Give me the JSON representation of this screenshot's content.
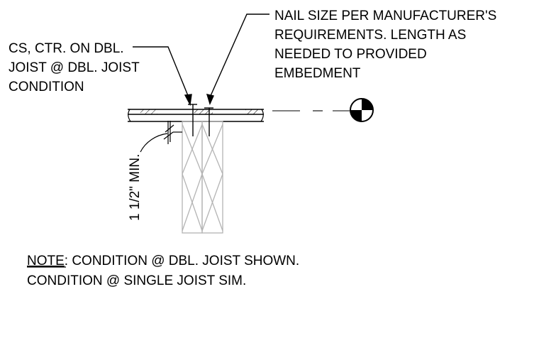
{
  "labels": {
    "nail_note": [
      "NAIL SIZE PER MANUFACTURER'S",
      "REQUIREMENTS.  LENGTH AS",
      "NEEDED TO PROVIDED",
      "EMBEDMENT"
    ],
    "cs_note": [
      "CS, CTR. ON DBL.",
      "JOIST @ DBL. JOIST",
      "CONDITION"
    ],
    "dimension": "1 1/2\" MIN.",
    "note_prefix": "NOTE",
    "note_line1_rest": ":  CONDITION @ DBL. JOIST SHOWN.",
    "note_line2": "CONDITION @ SINGLE JOIST SIM."
  },
  "colors": {
    "line": "#000000",
    "joist": "#b4b4b4",
    "background": "#ffffff"
  },
  "icons": {
    "section_marker": "section-centerline-marker-icon"
  }
}
